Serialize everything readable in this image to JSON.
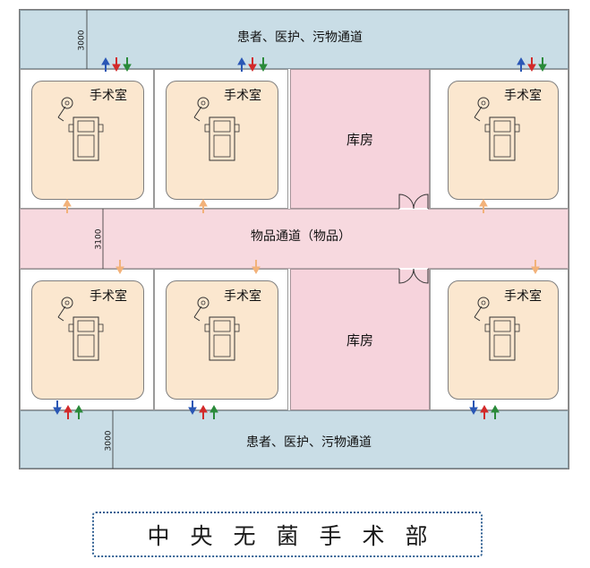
{
  "corridors": {
    "top": "患者、医护、污物通道",
    "middle": "物品通道（物品）",
    "bottom": "患者、医护、污物通道"
  },
  "dimensions": {
    "top": "3000",
    "middle": "3100",
    "bottom": "3000"
  },
  "rooms": {
    "operating_room_label": "手术室",
    "storage_label": "库房"
  },
  "title": "中央无菌手术部",
  "colors": {
    "patient_corridor": "#c9dde6",
    "goods_corridor": "#f7d9df",
    "storage": "#f6d3dc",
    "operating_room": "#fbe7cf",
    "arrow_blue": "#2a57b5",
    "arrow_red": "#d22a2a",
    "arrow_green": "#2a8a3a",
    "arrow_orange": "#f2b27a",
    "title_border": "#2f5f92"
  },
  "icons": [
    "operating-table-icon",
    "surgical-lamp-icon",
    "double-door-icon",
    "flow-arrow-icon"
  ]
}
